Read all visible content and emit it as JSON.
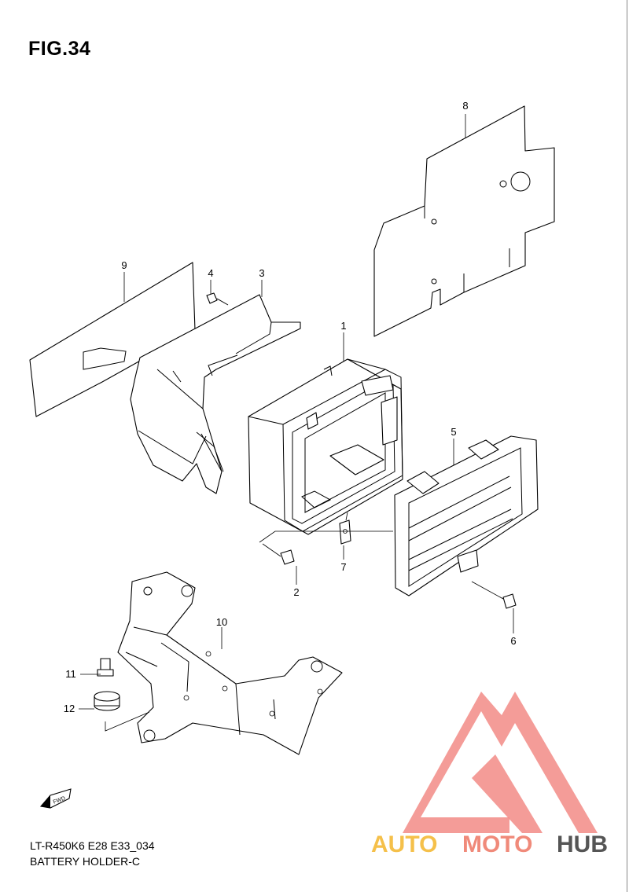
{
  "figure": {
    "title": "FIG.34",
    "code": "LT-R450K6 E28 E33_034",
    "name": "BATTERY HOLDER-C"
  },
  "callouts": [
    "1",
    "2",
    "3",
    "4",
    "5",
    "6",
    "7",
    "8",
    "9",
    "10",
    "11",
    "12"
  ],
  "fwd_label": "FWD",
  "watermark": {
    "word_a": "AUTO",
    "word_b": "MOTO",
    "word_c": "HUB",
    "color_a": "#f5c04a",
    "color_b": "#f08a7a",
    "color_c": "#555555",
    "triangle_color": "#f28b86"
  }
}
